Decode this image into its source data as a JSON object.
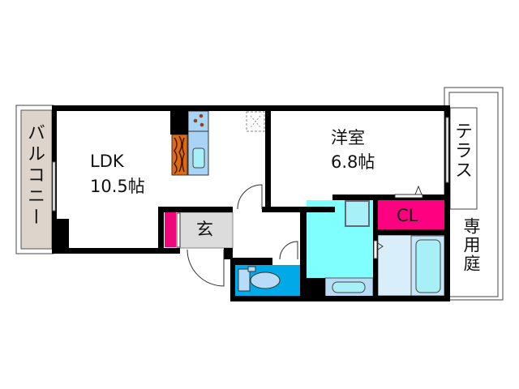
{
  "floorplan": {
    "rooms": {
      "balcony": "バルコニー",
      "ldk_name": "LDK",
      "ldk_size": "10.5帖",
      "western_name": "洋室",
      "western_size": "6.8帖",
      "closet": "CL",
      "entrance": "玄",
      "terrace": "テラス",
      "private_garden": "専用庭"
    },
    "colors": {
      "wall": "#000000",
      "balcony": "#ddd5cb",
      "closet": "#ff0080",
      "shoe_cabinet": "#f0087a",
      "entrance_floor": "#dcdcdc",
      "washroom": "#80ffff",
      "toilet": "#00aae8",
      "bath": "#d8eefa",
      "kitchen": "#aad4f5",
      "wood": "#e06a10"
    }
  }
}
